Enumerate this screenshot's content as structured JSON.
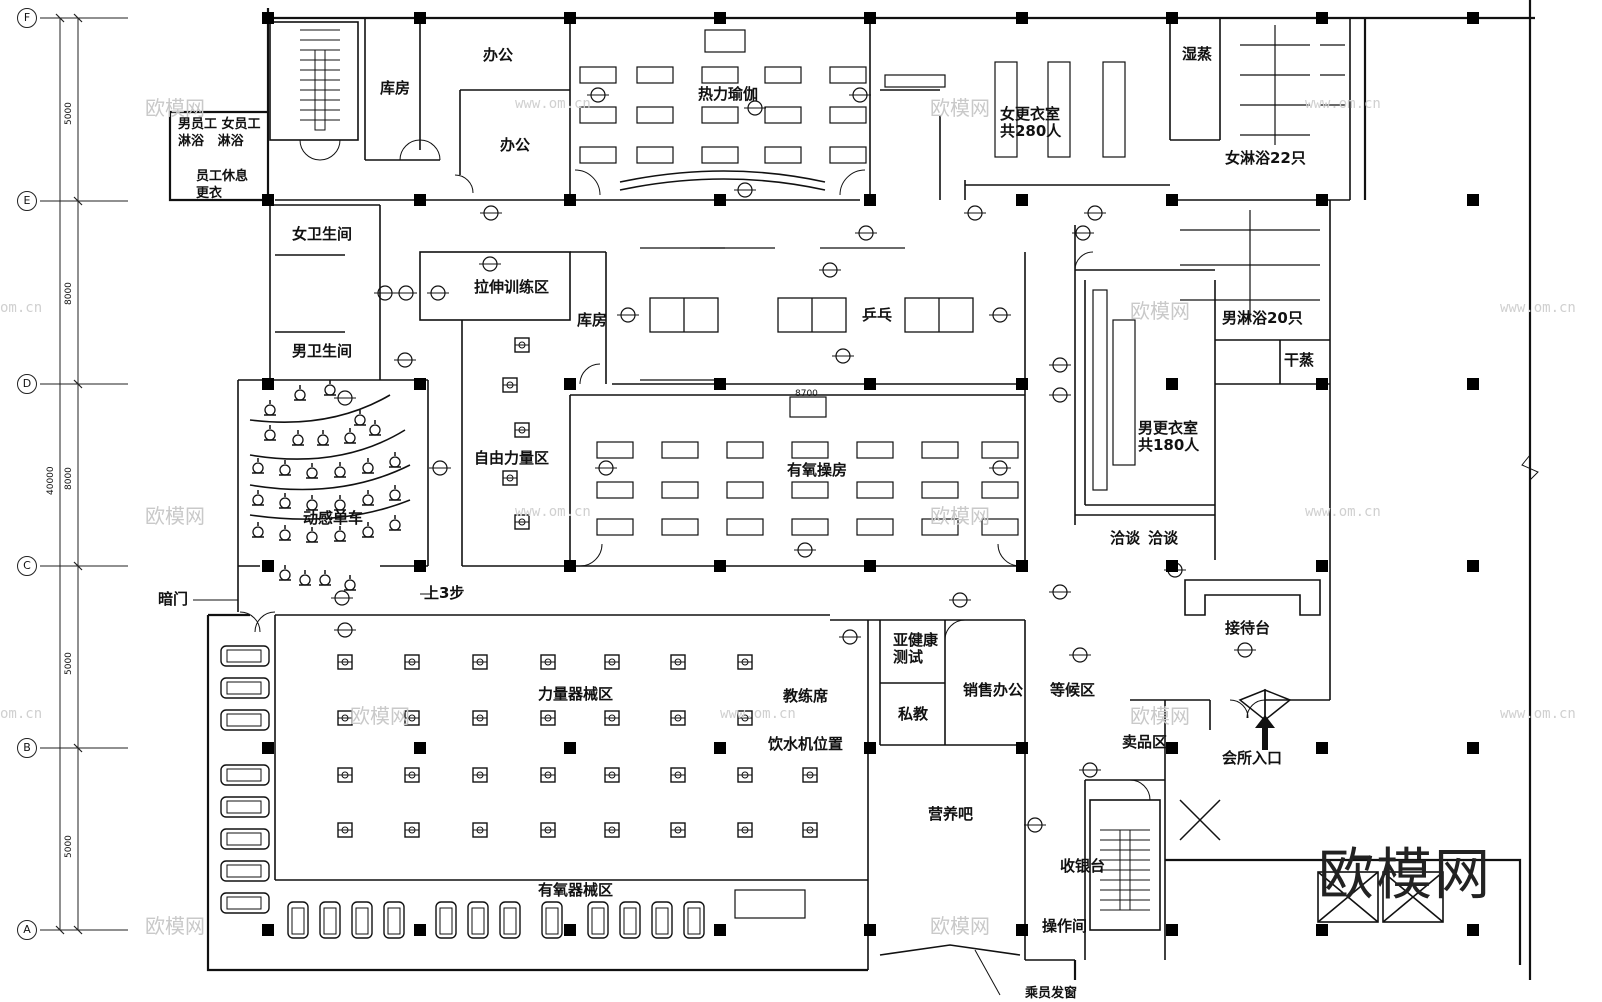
{
  "grid_axes": [
    "F",
    "E",
    "D",
    "C",
    "B",
    "A"
  ],
  "dimensions": {
    "bay_1": "5000",
    "bay_2": "8000",
    "bay_3": "8000",
    "bay_4": "5000",
    "bay_5": "5000",
    "total": "40000",
    "interior": "8700"
  },
  "rooms": {
    "storage_1": "库房",
    "office_1": "办公",
    "office_2": "办公",
    "yoga": "热力瑜伽",
    "female_locker": "女更衣室\n共280人",
    "sauna_wet": "湿蒸",
    "female_shower": "女淋浴22只",
    "staff_shower": "男员工 女员工\n淋浴   淋浴",
    "staff_rest": "员工休息\n更衣",
    "female_wc": "女卫生间",
    "male_wc": "男卫生间",
    "stretch": "拉伸训练区",
    "storage_2": "库房",
    "pingpong": "乒乓",
    "male_shower": "男淋浴20只",
    "dry_sauna": "干蒸",
    "male_locker": "男更衣室\n共180人",
    "free_weights": "自由力量区",
    "aerobics": "有氧操房",
    "spinning": "动感单车",
    "negotiate_1": "洽谈",
    "negotiate_2": "洽谈",
    "reception": "接待台",
    "hidden_door": "暗门",
    "steps": "上3步",
    "health_test": "亚健康\n测试",
    "coach_seat": "教练席",
    "sales_office": "销售办公",
    "waiting": "等候区",
    "private_coach": "私教",
    "strength_area": "力量器械区",
    "water_machine": "饮水机位置",
    "nutrition_bar": "营养吧",
    "retail": "卖品区",
    "entrance": "会所入口",
    "cashier": "收银台",
    "operation": "操作间",
    "cardio_area": "有氧器械区",
    "serving_window": "乘员发窗"
  },
  "watermark": {
    "brand": "欧模网",
    "url": "www.om.cn",
    "url_short": "om.cn"
  }
}
